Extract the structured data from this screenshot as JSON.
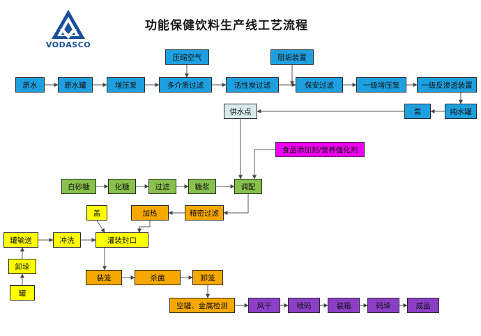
{
  "title": "功能保健饮料生产线工艺流程",
  "logo": {
    "text": "VODASCO",
    "color": "#1b4f9c"
  },
  "colors": {
    "blue": "#1ea0e0",
    "light": "#d8ecec",
    "magenta": "#f000f0",
    "green": "#88c14c",
    "orange": "#f7a800",
    "yellow": "#ffff00",
    "purple": "#8a3fc6",
    "line": "#555555"
  },
  "nodes": {
    "raw_water": "原水",
    "raw_tank": "原水罐",
    "booster_pump": "增压泵",
    "multi_filter": "多介质过滤",
    "compressed_air": "压缩空气",
    "carbon_filter": "活性炭过滤",
    "antiscale": "阻垢装置",
    "safety_filter": "保安过滤",
    "stage1_pump": "一级增压泵",
    "ro_device": "一级反渗透装置",
    "pure_tank": "纯水罐",
    "pump": "泵",
    "supply_point": "供水点",
    "additives": "食品添加剂/营养强化剂",
    "sugar": "白砂糖",
    "dissolve": "化糖",
    "filter": "过滤",
    "syrup": "糖浆",
    "blending": "调配",
    "heating": "加热",
    "fine_filter": "精密过滤",
    "lid": "盖",
    "fill_seal": "灌装封口",
    "can_convey": "罐输送",
    "rinse": "冲洗",
    "unload": "卸垛",
    "can": "罐",
    "basket": "装笼",
    "sterilize": "杀菌",
    "unbasket": "卸笼",
    "inspection": "空罐、金属检测",
    "air_dry": "风干",
    "coding": "喷码",
    "boxing": "装箱",
    "stacking": "码垛",
    "product": "成品"
  }
}
